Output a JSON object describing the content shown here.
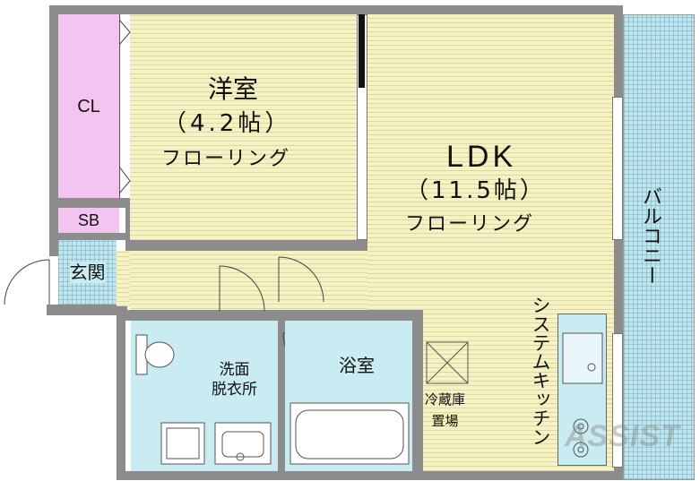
{
  "rooms": {
    "western": {
      "name": "洋室",
      "size": "（4.2帖）",
      "floor": "フローリング"
    },
    "ldk": {
      "name": "LDK",
      "size": "（11.5帖）",
      "floor": "フローリング"
    },
    "closet": "CL",
    "shoe_box": "SB",
    "entrance": "玄関",
    "washroom": "洗面\n脱衣所",
    "bath": "浴室",
    "fridge": "冷蔵庫\n置場",
    "kitchen": "システムキッチン",
    "balcony": "バルコニー"
  },
  "watermark": "ASSIST",
  "colors": {
    "wall": "#8c8c8c",
    "floor": "#f5f2c4",
    "closet": "#f3c4ef",
    "wet_area": "#c8ecf2",
    "balcony": "#bfe6ee"
  }
}
